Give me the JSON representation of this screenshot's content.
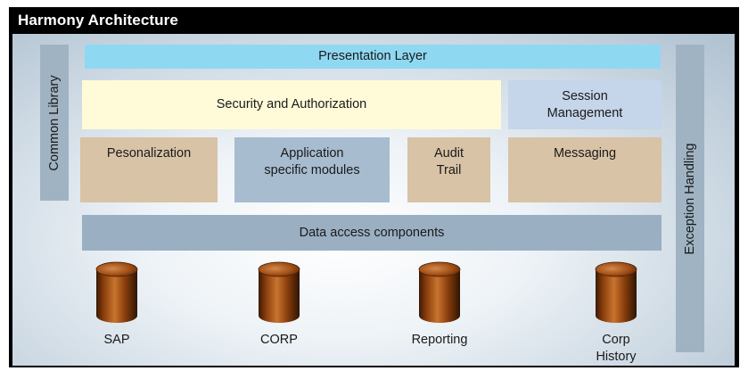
{
  "header": {
    "title": "Harmony Architecture"
  },
  "side": {
    "left_label": "Common Library",
    "right_label": "Exception Handling"
  },
  "layers": {
    "presentation": "Presentation Layer",
    "security": "Security and Authorization",
    "session": "Session\nManagement",
    "personalization": "Pesonalization",
    "app_modules": "Application\nspecific modules",
    "audit": "Audit\nTrail",
    "messaging": "Messaging",
    "data_access": "Data access components"
  },
  "databases": [
    {
      "label": "SAP"
    },
    {
      "label": "CORP"
    },
    {
      "label": "Reporting"
    },
    {
      "label": "Corp\nHistory"
    }
  ],
  "colors": {
    "presentation": "#8fd8f2",
    "security": "#fffbd8",
    "session": "#c5d5ea",
    "tan": "#d8c3a6",
    "app_modules": "#a7bccf",
    "data_access": "#9ab0c2",
    "side_bars": "#9fb3c3",
    "db_body": "#9a4d10"
  }
}
